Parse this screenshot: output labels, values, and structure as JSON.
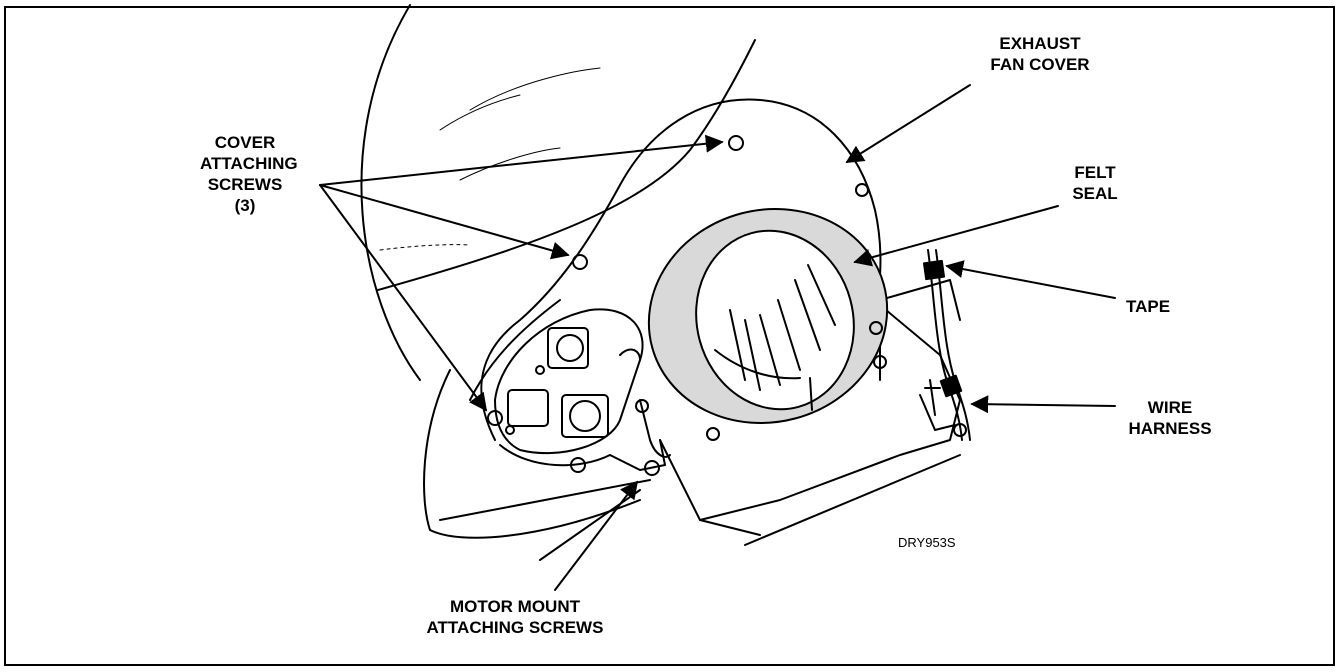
{
  "labels": {
    "cover_screws": [
      "COVER",
      "ATTACHING",
      "SCREWS",
      "(3)"
    ],
    "exhaust_fan_cover": [
      "EXHAUST",
      "FAN COVER"
    ],
    "felt_seal": [
      "FELT",
      "SEAL"
    ],
    "tape": [
      "TAPE"
    ],
    "wire_harness": [
      "WIRE",
      "HARNESS"
    ],
    "motor_mount_screws": [
      "MOTOR MOUNT",
      "ATTACHING SCREWS"
    ]
  },
  "figure_id": "DRY953S",
  "colors": {
    "ink": "#000000",
    "felt_fill": "#d9d9d9",
    "paper": "#ffffff"
  }
}
